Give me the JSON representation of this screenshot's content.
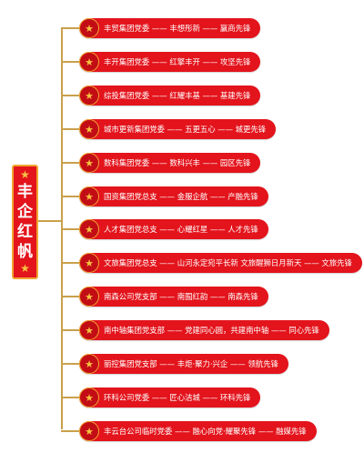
{
  "root": {
    "chars": [
      "丰",
      "企",
      "红",
      "帆"
    ],
    "star_icon": "star-icon",
    "fill_color": "#e3141c",
    "border_color": "#f0a630"
  },
  "connector_color": "#c9a04b",
  "nodes": [
    {
      "label": "丰贸集团党委 —— 丰想彤新 —— 赢商先锋"
    },
    {
      "label": "丰开集团党委 —— 红擎丰开 —— 攻坚先锋"
    },
    {
      "label": "综投集团党委 —— 红耀丰基 —— 基建先锋"
    },
    {
      "label": "城市更新集团党委 —— 五更五心 —— 城更先锋"
    },
    {
      "label": "数科集团党委 —— 数科兴丰 —— 园区先锋"
    },
    {
      "label": "国资集团党总支 —— 金服企航 —— 产融先锋"
    },
    {
      "label": "人才集团党总支 —— 心耀红星 —— 人才先锋"
    },
    {
      "label": "文旅集团党总支 —— 山河永定宛平长新 文旅醒狮日月新天 —— 文旅先锋"
    },
    {
      "label": "南森公司党支部 —— 南囿红韵 —— 南森先锋"
    },
    {
      "label": "南中轴集团党支部 —— 党建同心圆，共建南中轴 —— 同心先锋"
    },
    {
      "label": "丽控集团党支部 —— 丰炬·聚力·兴企 —— 领航先锋"
    },
    {
      "label": "环科公司党委 —— 匠心洁城 —— 环科先锋"
    },
    {
      "label": "丰云台公司临时党委 —— 融心向党·耀聚先锋 —— 融媒先锋"
    }
  ]
}
